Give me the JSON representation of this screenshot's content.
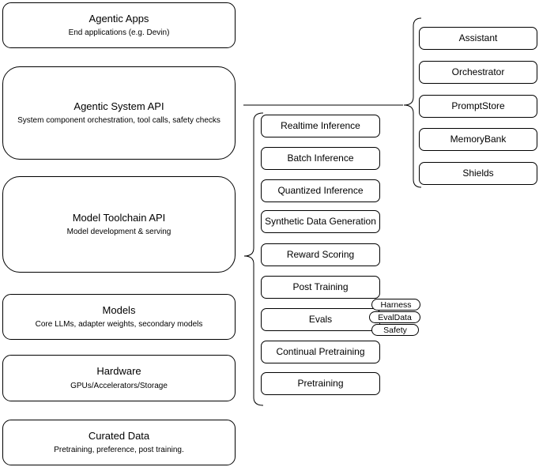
{
  "colors": {
    "stroke": "#000000",
    "background": "#ffffff",
    "text": "#000000"
  },
  "left_stack": [
    {
      "title": "Agentic Apps",
      "subtitle": "End applications (e.g. Devin)"
    },
    {
      "title": "Agentic System API",
      "subtitle": "System component orchestration, tool calls, safety checks"
    },
    {
      "title": "Model Toolchain API",
      "subtitle": "Model development & serving"
    },
    {
      "title": "Models",
      "subtitle": "Core LLMs, adapter weights, secondary models"
    },
    {
      "title": "Hardware",
      "subtitle": "GPUs/Accelerators/Storage"
    },
    {
      "title": "Curated Data",
      "subtitle": "Pretraining, preference, post training."
    }
  ],
  "toolchain_services": [
    "Realtime Inference",
    "Batch Inference",
    "Quantized Inference",
    "Synthetic Data Generation",
    "Reward Scoring",
    "Post Training",
    "Evals",
    "Continual Pretraining",
    "Pretraining"
  ],
  "evals_tags": [
    "Harness",
    "EvalData",
    "Safety"
  ],
  "system_components": [
    "Assistant",
    "Orchestrator",
    "PromptStore",
    "MemoryBank",
    "Shields"
  ]
}
